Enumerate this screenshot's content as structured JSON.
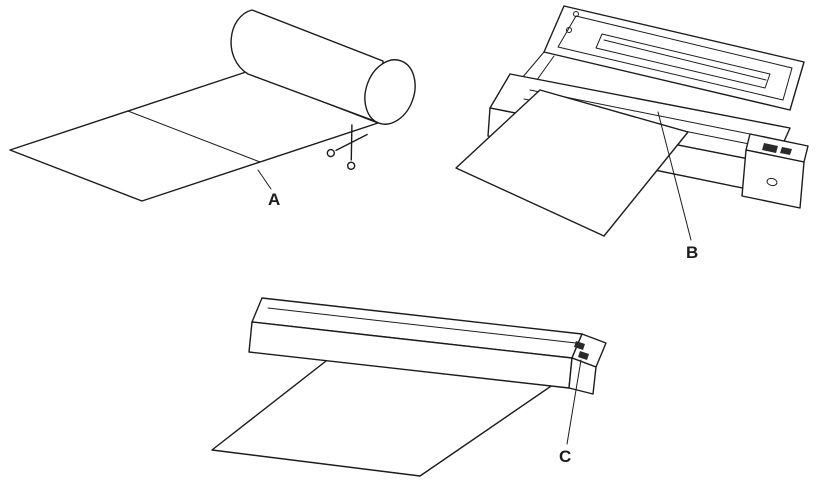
{
  "page": {
    "background": "#ffffff"
  },
  "colors": {
    "ink": "#1c1c1c",
    "button_fill": "#2a2a2a"
  },
  "figures": {
    "paper_roll": {
      "label": "A",
      "name": "thermal-paper-roll-with-cut-mark"
    },
    "printer_open": {
      "label": "B",
      "name": "printer-lid-open-paper-loading"
    },
    "printer_printing": {
      "label": "C",
      "name": "printer-closed-paper-output"
    }
  },
  "icons": {
    "scissors": "✂"
  }
}
